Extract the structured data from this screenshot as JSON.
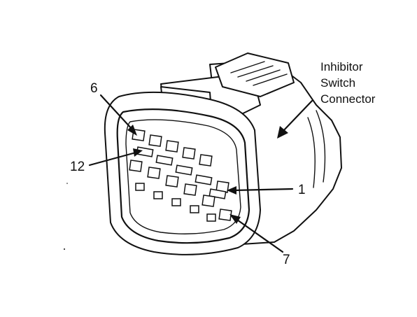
{
  "connector": {
    "name_line1": "Inhibitor",
    "name_line2": "Switch",
    "name_line3": "Connector"
  },
  "pins": {
    "top_left": "6",
    "mid_left": "12",
    "top_right": "1",
    "bottom_right": "7"
  },
  "colors": {
    "ink": "#111111",
    "paper": "#ffffff"
  }
}
